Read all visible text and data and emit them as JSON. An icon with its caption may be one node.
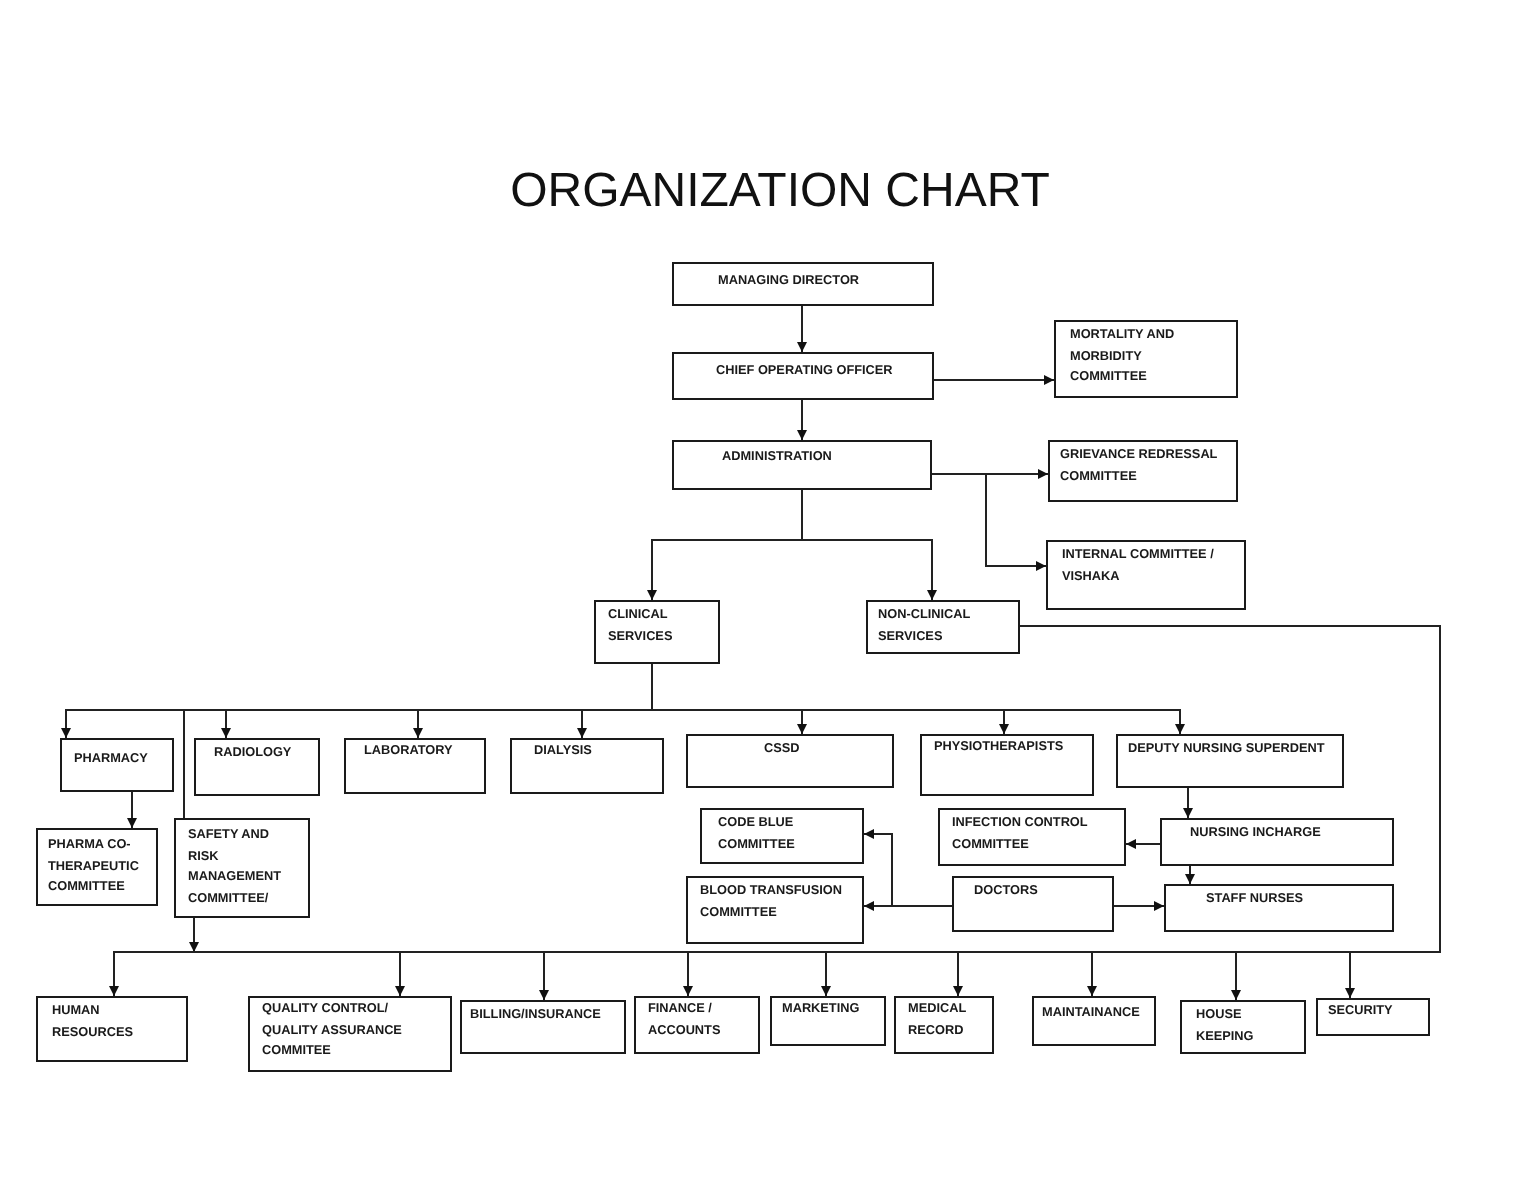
{
  "diagram": {
    "title": "ORGANIZATION CHART",
    "nodes": [
      {
        "text": [
          "MANAGING DIRECTOR"
        ]
      },
      {
        "text": [
          "CHIEF OPERATING OFFICER"
        ]
      },
      {
        "text": [
          "MORTALITY AND MORBIDITY COMMITTEE"
        ]
      },
      {
        "text": [
          "ADMINISTRATION"
        ]
      },
      {
        "text": [
          "GRIEVANCE REDRESSAL COMMITTEE"
        ]
      },
      {
        "text": [
          "INTERNAL COMMITTEE / VISHAKA"
        ]
      },
      {
        "text": [
          "CLINICAL SERVICES"
        ]
      },
      {
        "text": [
          "NON-CLINICAL SERVICES"
        ]
      },
      {
        "text": [
          "PHARMACY"
        ]
      },
      {
        "text": [
          "RADIOLOGY"
        ]
      },
      {
        "text": [
          "LABORATORY"
        ]
      },
      {
        "text": [
          "DIALYSIS"
        ]
      },
      {
        "text": [
          "CSSD"
        ]
      },
      {
        "text": [
          "PHYSIOTHERAPISTS"
        ]
      },
      {
        "text": [
          "DEPUTY NURSING SUPERDENT"
        ]
      },
      {
        "text": [
          "PHARMA CO-THERAPEUTIC COMMITTEE"
        ]
      },
      {
        "text": [
          "SAFETY AND RISK MANAGEMENT COMMITTEE/"
        ]
      },
      {
        "text": [
          "CODE BLUE COMMITTEE"
        ]
      },
      {
        "text": [
          "INFECTION CONTROL COMMITTEE"
        ]
      },
      {
        "text": [
          "NURSING INCHARGE"
        ]
      },
      {
        "text": [
          "BLOOD TRANSFUSION COMMITTEE"
        ]
      },
      {
        "text": [
          "DOCTORS"
        ]
      },
      {
        "text": [
          "STAFF NURSES"
        ]
      },
      {
        "text": [
          "HUMAN RESOURCES"
        ]
      },
      {
        "text": [
          "QUALITY CONTROL/ QUALITY ASSURANCE COMMITEE"
        ]
      },
      {
        "text": [
          "BILLING/INSURANCE"
        ]
      },
      {
        "text": [
          "FINANCE / ACCOUNTS"
        ]
      },
      {
        "text": [
          "MARKETING"
        ]
      },
      {
        "text": [
          "MEDICAL RECORD"
        ]
      },
      {
        "text": [
          "MAINTAINANCE"
        ]
      },
      {
        "text": [
          "HOUSE KEEPING"
        ]
      },
      {
        "text": [
          "SECURITY"
        ]
      }
    ],
    "edges": [
      {
        "from": 0,
        "to": 1,
        "arrow": "to"
      },
      {
        "from": 1,
        "to": 2,
        "arrow": "to"
      },
      {
        "from": 1,
        "to": 3,
        "arrow": "to"
      },
      {
        "from": 3,
        "to": 4,
        "arrow": "to"
      },
      {
        "from": 3,
        "to": 5,
        "arrow": "to"
      },
      {
        "from": 3,
        "to": 6,
        "arrow": "to"
      },
      {
        "from": 3,
        "to": 7,
        "arrow": "to"
      },
      {
        "from": 6,
        "to": 8,
        "arrow": "to"
      },
      {
        "from": 6,
        "to": 9,
        "arrow": "to"
      },
      {
        "from": 6,
        "to": 10,
        "arrow": "to"
      },
      {
        "from": 6,
        "to": 11,
        "arrow": "to"
      },
      {
        "from": 6,
        "to": 12,
        "arrow": "to"
      },
      {
        "from": 6,
        "to": 13,
        "arrow": "to"
      },
      {
        "from": 6,
        "to": 14,
        "arrow": "to"
      },
      {
        "from": 6,
        "to": 16,
        "arrow": "none"
      },
      {
        "from": 8,
        "to": 15,
        "arrow": "to"
      },
      {
        "from": 14,
        "to": 19,
        "arrow": "to"
      },
      {
        "from": 19,
        "to": 18,
        "arrow": "to"
      },
      {
        "from": 19,
        "to": 22,
        "arrow": "to"
      },
      {
        "from": 21,
        "to": 20,
        "arrow": "to"
      },
      {
        "from": 21,
        "to": 17,
        "arrow": "to"
      },
      {
        "from": 21,
        "to": 22,
        "arrow": "to"
      },
      {
        "from": 16,
        "to": null,
        "arrow": "to"
      },
      {
        "from": 7,
        "to": 23,
        "arrow": "to"
      },
      {
        "from": 7,
        "to": 24,
        "arrow": "to"
      },
      {
        "from": 7,
        "to": 25,
        "arrow": "to"
      },
      {
        "from": 7,
        "to": 26,
        "arrow": "to"
      },
      {
        "from": 7,
        "to": 27,
        "arrow": "to"
      },
      {
        "from": 7,
        "to": 28,
        "arrow": "to"
      },
      {
        "from": 7,
        "to": 29,
        "arrow": "to"
      },
      {
        "from": 7,
        "to": 30,
        "arrow": "to"
      },
      {
        "from": 7,
        "to": 31,
        "arrow": "to"
      }
    ]
  }
}
